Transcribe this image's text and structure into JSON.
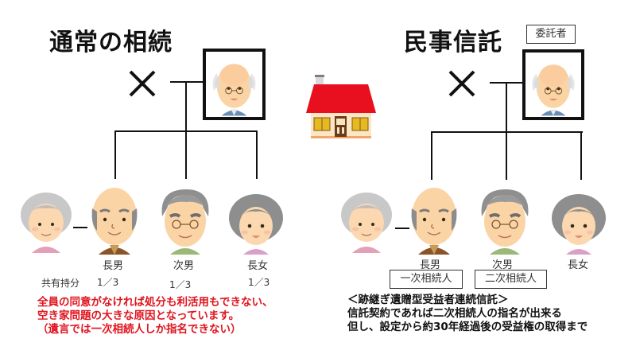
{
  "left_panel": {
    "title": "通常の相続",
    "deceased_mark": "×",
    "children": [
      {
        "relation": "長男",
        "share": "1／3"
      },
      {
        "relation": "次男",
        "share": "1／3"
      },
      {
        "relation": "長女",
        "share": "1／3"
      }
    ],
    "share_label": "共有持分",
    "note_lines": [
      "全員の同意がなければ処分も利活用もできない、",
      "空き家問題の大きな原因となっています。",
      "（遺言では一次相続人しか指名できない）"
    ],
    "note_color": "#e0141e"
  },
  "right_panel": {
    "title": "民事信託",
    "settlor_tag": "委託者",
    "deceased_mark": "×",
    "children": [
      {
        "relation": "長男",
        "role": "一次相続人"
      },
      {
        "relation": "次男",
        "role": "二次相続人"
      },
      {
        "relation": "長女"
      }
    ],
    "note_lines": [
      "＜跡継ぎ遺贈型受益者連続信託＞",
      "信託契約であれば二次相続人の指名が出来る",
      "但し、設定から約30年経過後の受益権の取得まで"
    ]
  },
  "house": {
    "roof_color": "#e8101e",
    "wall_color": "#fde6c4"
  }
}
